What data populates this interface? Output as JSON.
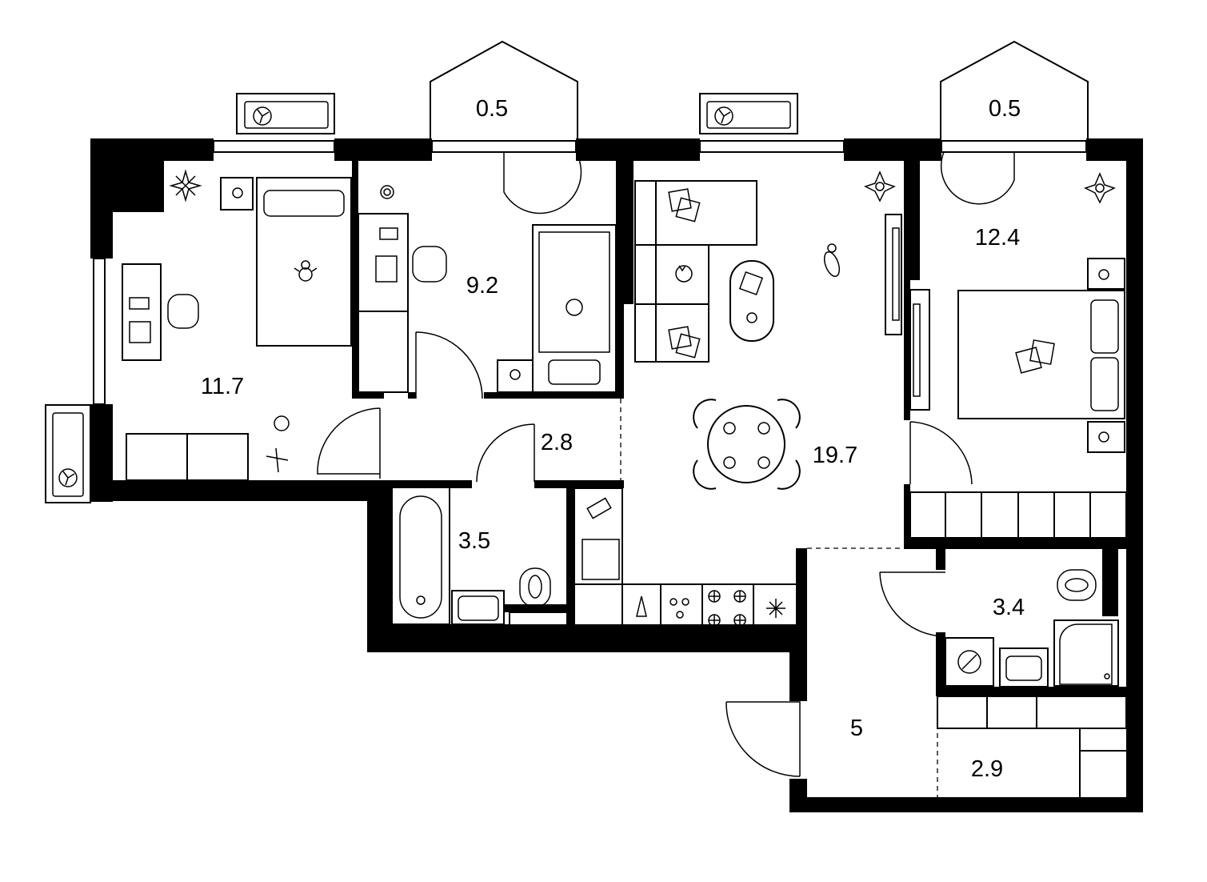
{
  "colors": {
    "wall": "#000000",
    "background": "#ffffff",
    "line": "#000000"
  },
  "rooms": [
    {
      "id": "bedroom-left",
      "area": "11.7"
    },
    {
      "id": "kids-room",
      "area": "9.2"
    },
    {
      "id": "hallway",
      "area": "2.8"
    },
    {
      "id": "bathroom-left",
      "area": "3.5"
    },
    {
      "id": "kitchen-living",
      "area": "19.7"
    },
    {
      "id": "bedroom-right",
      "area": "12.4"
    },
    {
      "id": "bathroom-right",
      "area": "3.4"
    },
    {
      "id": "entrance-hall",
      "area": "5"
    },
    {
      "id": "wardrobe",
      "area": "2.9"
    },
    {
      "id": "balcony-left",
      "area": "0.5"
    },
    {
      "id": "balcony-right",
      "area": "0.5"
    }
  ],
  "icons": [
    "fan-icon",
    "plant-icon",
    "teddy-bear-icon",
    "chair-icon",
    "ball-icon",
    "airplane-toy-icon",
    "cat-icon",
    "dog-icon",
    "stove-burner-icon",
    "snowflake-icon",
    "toilet-icon",
    "sink-icon",
    "bathtub-icon",
    "shower-icon",
    "pillow-icon",
    "table-icon"
  ]
}
